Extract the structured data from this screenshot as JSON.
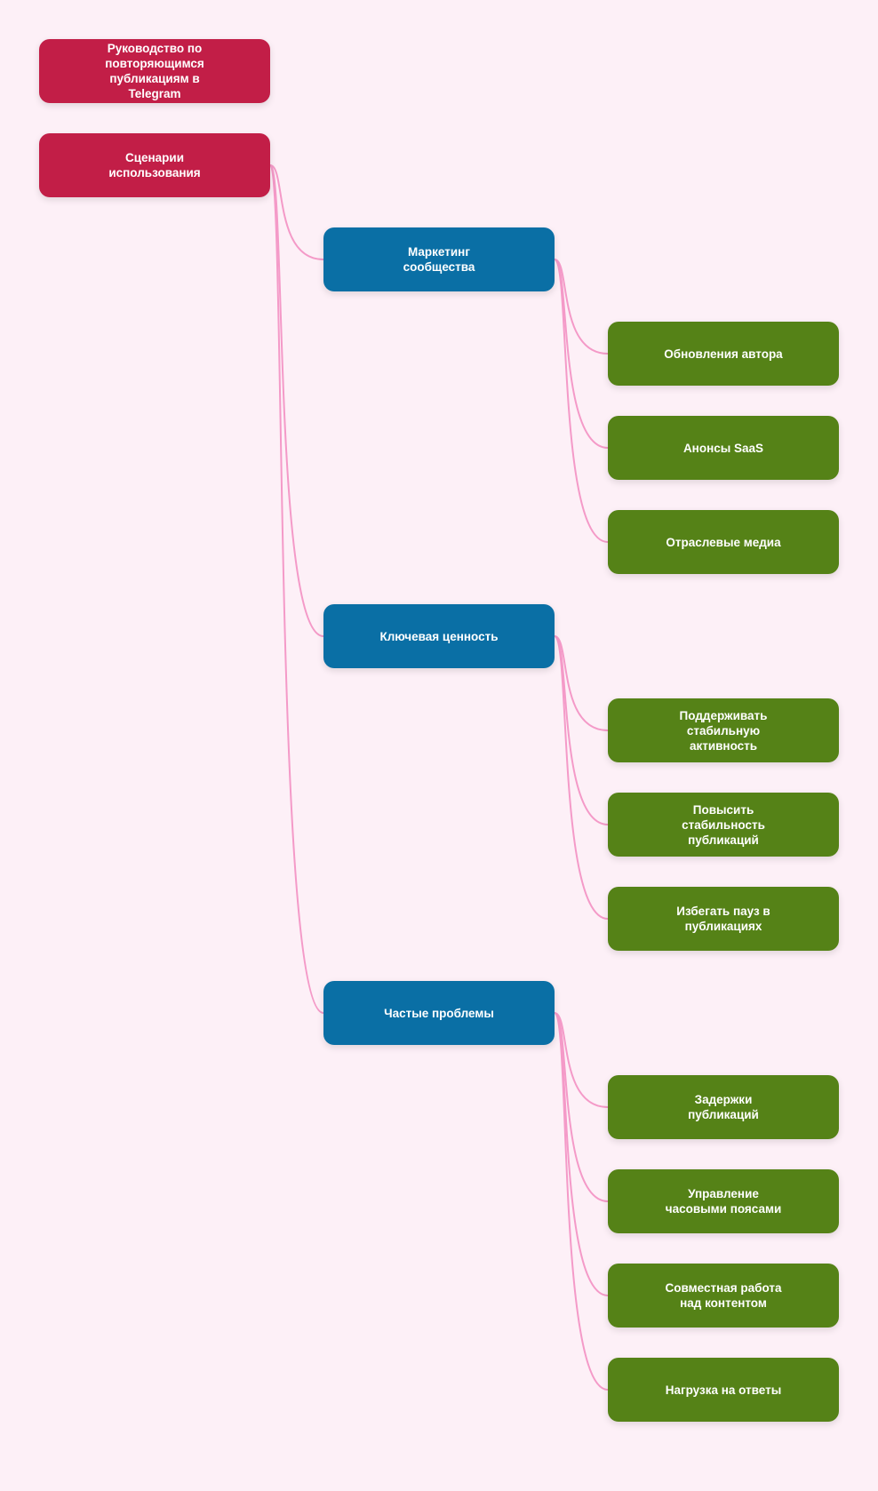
{
  "colors": {
    "background": "#fdf0f7",
    "root": "#c21e47",
    "category": "#0a6fa5",
    "leaf": "#558217",
    "connector": "#f49ac8"
  },
  "title": "Руководство по повторяющимся публикациям в Telegram",
  "root": {
    "label": "Сценарии использования",
    "children": [
      {
        "label": "Маркетинг сообщества",
        "children": [
          {
            "label": "Обновления автора"
          },
          {
            "label": "Анонсы SaaS"
          },
          {
            "label": "Отраслевые медиа"
          }
        ]
      },
      {
        "label": "Ключевая ценность",
        "children": [
          {
            "label": "Поддерживать стабильную активность"
          },
          {
            "label": "Повысить стабильность публикаций"
          },
          {
            "label": "Избегать пауз в публикациях"
          }
        ]
      },
      {
        "label": "Частые проблемы",
        "children": [
          {
            "label": "Задержки публикаций"
          },
          {
            "label": "Управление часовыми поясами"
          },
          {
            "label": "Совместная работа над контентом"
          },
          {
            "label": "Нагрузка на ответы"
          }
        ]
      }
    ]
  }
}
